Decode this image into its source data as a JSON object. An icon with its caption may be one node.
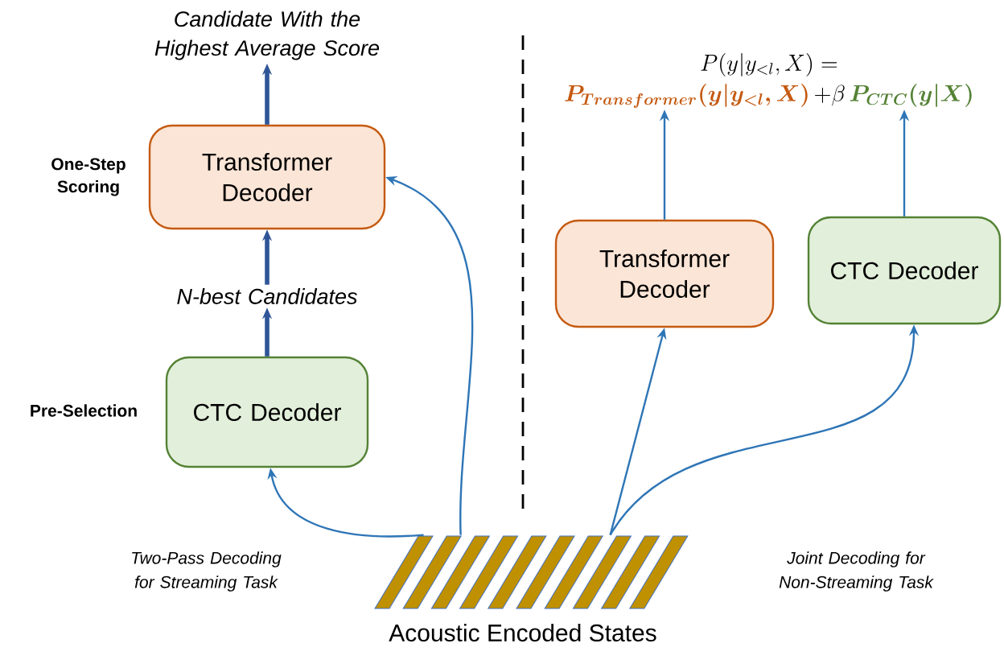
{
  "diagram": {
    "nodes": [
      {
        "text": [
          "Candidate With the Highest Average Score"
        ]
      },
      {
        "text": [
          "Transformer Decoder"
        ],
        "beside": [
          "One-Step Scoring"
        ]
      },
      {
        "text": [
          "N-best Candidates"
        ]
      },
      {
        "text": [
          "CTC Decoder"
        ],
        "beside": [
          "Pre-Selection"
        ]
      },
      {
        "text": [
          "Acoustic Encoded States"
        ]
      },
      {
        "text": [
          "Transformer Decoder"
        ]
      },
      {
        "text": [
          "CTC Decoder"
        ]
      },
      {
        "text": [
          "P(y|y_{<l},X) =",
          "P_{Transformer}(y|y_{<l},X)",
          "+ \\beta",
          "P_{CTC}(y|X)"
        ]
      }
    ],
    "edges": [
      {
        "from": 1,
        "to": 0,
        "arrow": "to",
        "style": "thick",
        "color": "#2f5597"
      },
      {
        "from": 2,
        "to": 1,
        "arrow": "to",
        "style": "thick",
        "color": "#2f5597"
      },
      {
        "from": 3,
        "to": 2,
        "arrow": "to",
        "style": "thick",
        "color": "#2f5597"
      },
      {
        "from": 4,
        "to": 3,
        "arrow": "to"
      },
      {
        "from": 4,
        "to": 1,
        "arrow": "to"
      },
      {
        "from": 4,
        "to": 5,
        "arrow": "to"
      },
      {
        "from": 4,
        "to": 6,
        "arrow": "to"
      },
      {
        "from": 5,
        "to": 7,
        "arrow": "to"
      },
      {
        "from": 6,
        "to": 7,
        "arrow": "to"
      }
    ],
    "labels": [
      "Two-Pass Decoding for Streaming Task",
      "Joint Decoding for Non-Streaming Task"
    ]
  }
}
